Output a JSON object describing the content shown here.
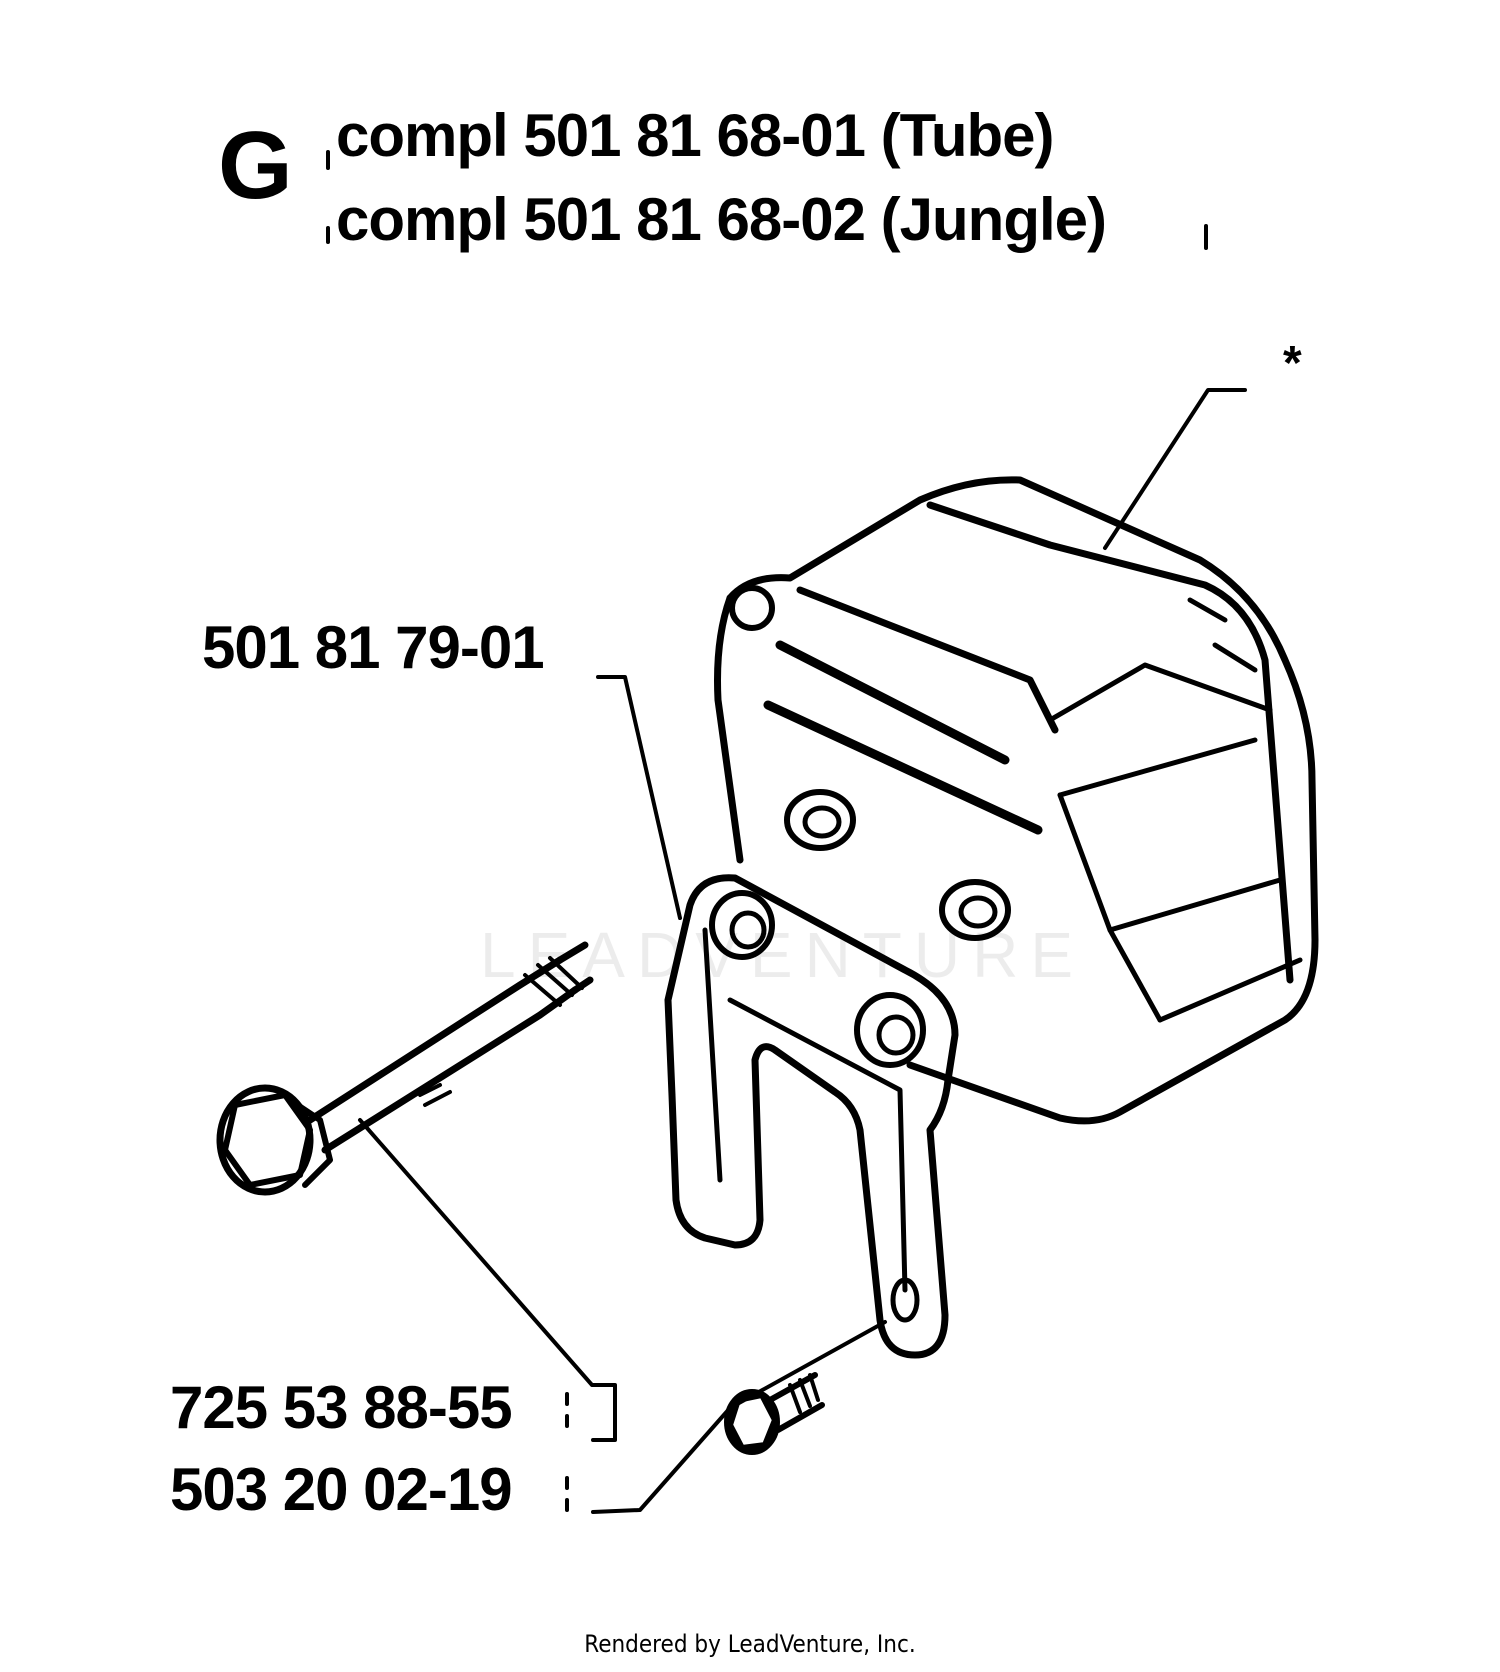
{
  "header": {
    "section_letter": "G",
    "lines": [
      "compl 501 81 68-01 (Tube)",
      "compl 501 81 68-02 (Jungle)"
    ]
  },
  "part_labels": {
    "cover": "*",
    "bracket": "501 81 79-01",
    "bolt": "725 53 88-55",
    "screw": "503 20 02-19"
  },
  "watermark": "LEADVENTURE",
  "footer": "Rendered by LeadVenture, Inc."
}
